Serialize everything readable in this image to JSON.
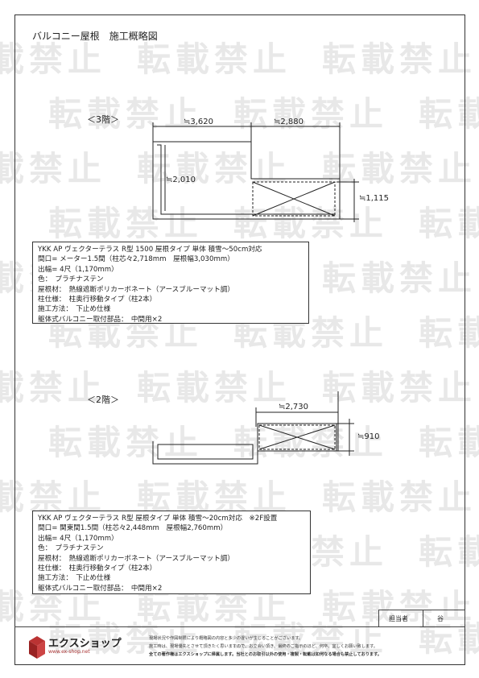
{
  "title": "バルコニー屋根　施工概略図",
  "watermark": "転載禁止",
  "floor3": {
    "label": "＜3階＞",
    "dim_top_left": "≒3,620",
    "dim_top_right": "≒2,880",
    "dim_depth_left": "≒2,010",
    "dim_depth_right": "≒1,115"
  },
  "spec3": [
    "YKK AP ヴェクターテラス R型 1500 屋根タイプ 単体 積雪～50cm対応",
    "間口= メーター1.5間（柱芯々2,718mm　屋根幅3,030mm）",
    "出幅= 4尺（1,170mm）",
    "色：　プラチナステン",
    "屋根材：　熱線遮断ポリカーボネート（アースブルーマット調）",
    "柱仕様：　柱奥行移動タイプ（柱2本）",
    "施工方法：　下止め仕様",
    "躯体式バルコニー取付部品：　中間用×2"
  ],
  "floor2": {
    "label": "＜2階＞",
    "dim_top": "≒2,730",
    "dim_depth": "≒910"
  },
  "spec2": [
    "YKK AP ヴェクターテラス R型 屋根タイプ 単体 積雪～20cm対応　※2F設置",
    "間口= 関東間1.5間（柱芯々2,448mm　屋根幅2,760mm）",
    "出幅= 4尺（1,170mm）",
    "色：　プラチナステン",
    "屋根材：　熱線遮断ポリカーボネート（アースブルーマット調）",
    "柱仕様：　柱奥行移動タイプ（柱2本）",
    "施工方法：　下止め仕様",
    "躯体式バルコニー取付部品：　中間用×2"
  ],
  "tanto": {
    "label": "担当者",
    "value": "谷"
  },
  "logo": {
    "name": "エクスショップ",
    "url": "www.ex-shop.net"
  },
  "notice": [
    "現場状況や作図制限により概略図の内容と多少の違いが生じることがございます。",
    "施工時は、現場優先とさせて頂きたく思いますので、お立会い頂き、最終のご指示のほど、何卒、宜しくお願い致します。",
    "全ての著作権はエクスショップに帰属します。当社とのお取引以外の使用・複製・転載は如何なる場合も禁止しております。"
  ]
}
